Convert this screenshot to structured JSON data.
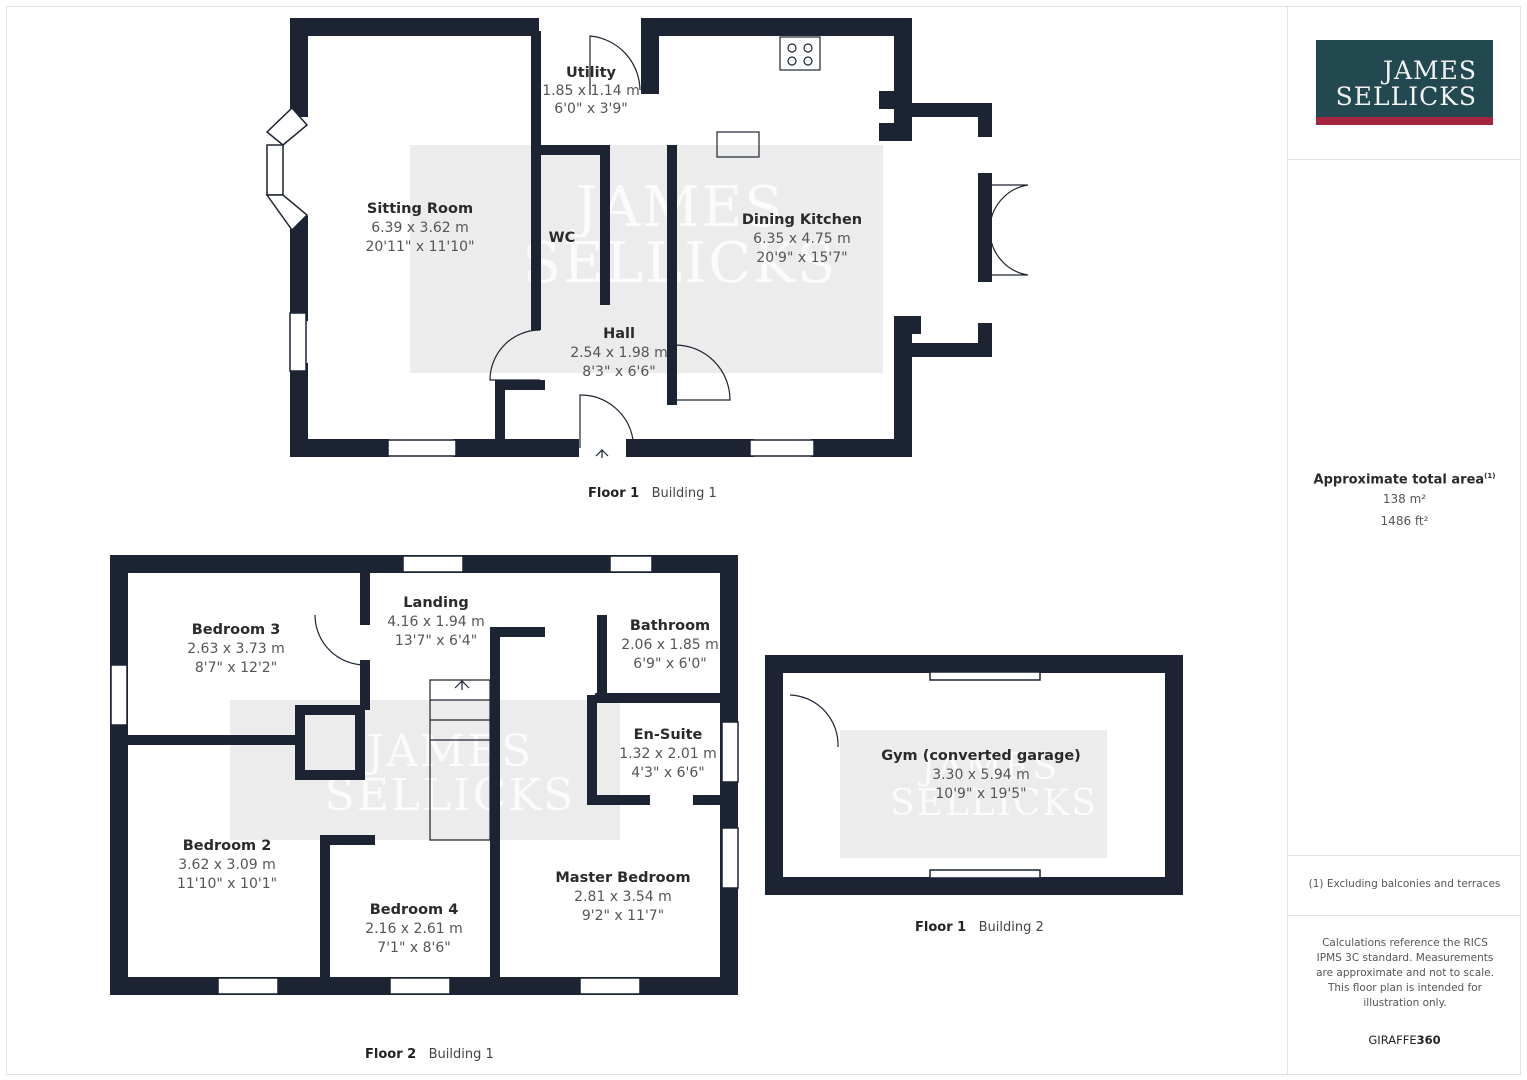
{
  "brand": {
    "line1": "JAMES",
    "line2": "SELLICKS",
    "watermark": "JAMES SELLICKS",
    "colors": {
      "panel": "#22494f",
      "stripe": "#a3253f"
    }
  },
  "summary": {
    "title": "Approximate total area",
    "footnote_marker": "(1)",
    "area_m2": "138 m²",
    "area_ft2": "1486 ft²"
  },
  "footnote": "(1) Excluding balconies and terraces",
  "disclaimer": "Calculations reference the RICS IPMS 3C standard. Measurements are approximate and not to scale. This floor plan is intended for illustration only.",
  "provider": {
    "a": "GIRAFFE",
    "b": "360"
  },
  "wall_color": "#1c2433",
  "floors": [
    {
      "floor": "Floor 1",
      "building": "Building 1"
    },
    {
      "floor": "Floor 1",
      "building": "Building 2"
    },
    {
      "floor": "Floor 2",
      "building": "Building 1"
    }
  ],
  "rooms": [
    {
      "name": "Sitting Room",
      "metric": "6.39 x 3.62 m",
      "imperial": "20'11\" x 11'10\""
    },
    {
      "name": "Utility",
      "metric": "1.85 x 1.14 m",
      "imperial": "6'0\" x 3'9\""
    },
    {
      "name": "WC",
      "metric": "",
      "imperial": ""
    },
    {
      "name": "Dining Kitchen",
      "metric": "6.35 x 4.75 m",
      "imperial": "20'9\" x 15'7\""
    },
    {
      "name": "Hall",
      "metric": "2.54 x 1.98 m",
      "imperial": "8'3\" x 6'6\""
    },
    {
      "name": "Landing",
      "metric": "4.16 x 1.94 m",
      "imperial": "13'7\" x 6'4\""
    },
    {
      "name": "Bedroom 3",
      "metric": "2.63 x 3.73 m",
      "imperial": "8'7\" x 12'2\""
    },
    {
      "name": "Bathroom",
      "metric": "2.06 x 1.85 m",
      "imperial": "6'9\" x 6'0\""
    },
    {
      "name": "En-Suite",
      "metric": "1.32 x 2.01 m",
      "imperial": "4'3\" x 6'6\""
    },
    {
      "name": "Bedroom 2",
      "metric": "3.62 x 3.09 m",
      "imperial": "11'10\" x 10'1\""
    },
    {
      "name": "Bedroom 4",
      "metric": "2.16 x 2.61 m",
      "imperial": "7'1\" x 8'6\""
    },
    {
      "name": "Master Bedroom",
      "metric": "2.81 x 3.54 m",
      "imperial": "9'2\" x 11'7\""
    },
    {
      "name": "Gym (converted garage)",
      "metric": "3.30 x 5.94 m",
      "imperial": "10'9\" x 19'5\""
    }
  ]
}
